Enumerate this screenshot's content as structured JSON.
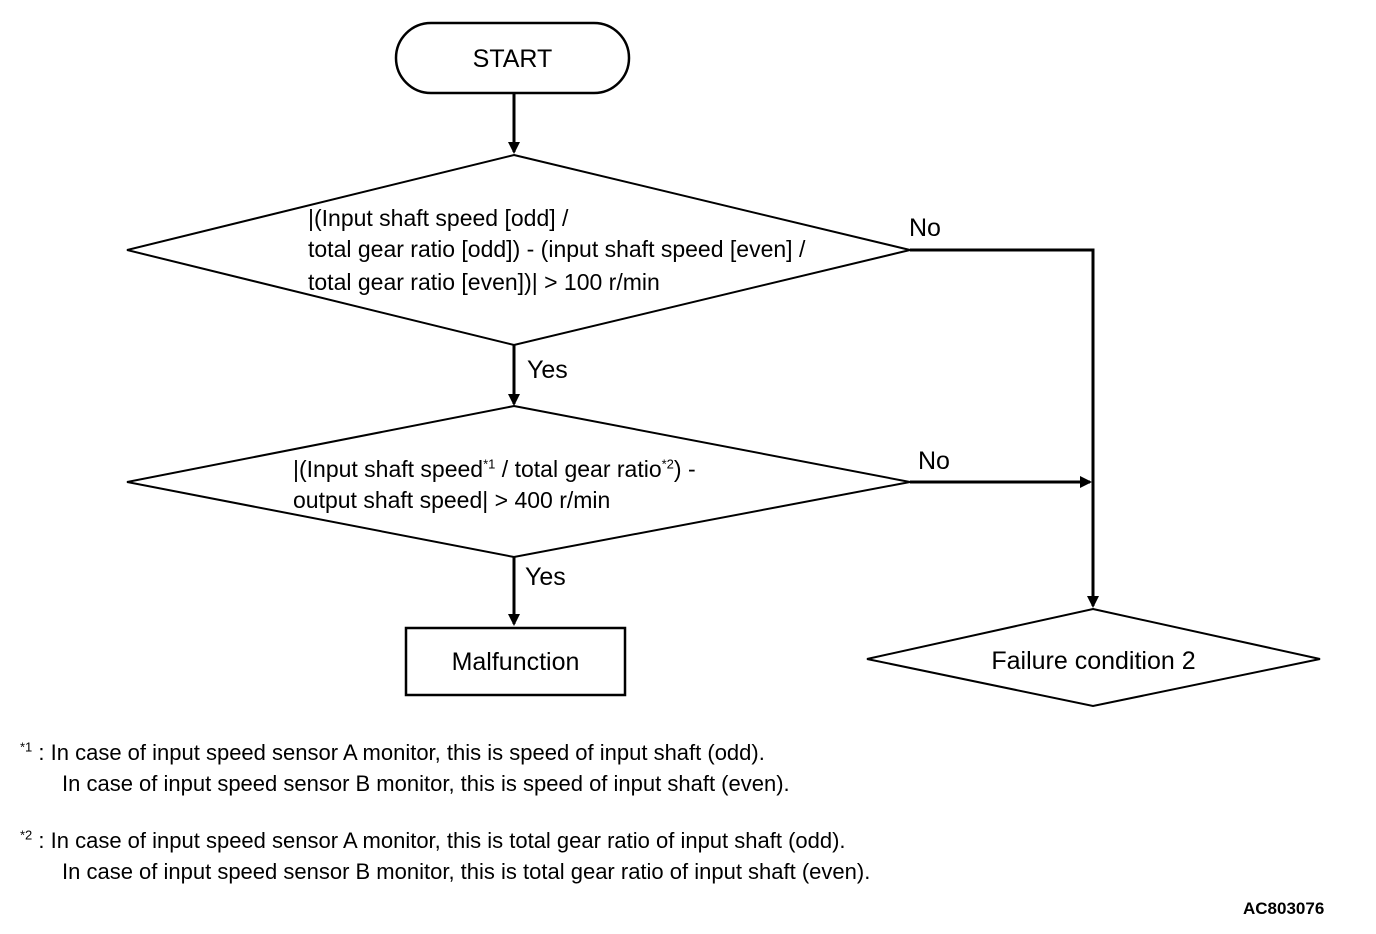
{
  "start": "START",
  "decision1": {
    "line1": "|(Input shaft speed [odd] /",
    "line2": "total gear ratio [odd]) - (input shaft speed [even] /",
    "line3": "total gear ratio [even])| > 100 r/min",
    "yes": "Yes",
    "no": "No"
  },
  "decision2": {
    "part1": "|(Input shaft speed",
    "sup1": "*1",
    "part2": " / total gear ratio",
    "sup2": "*2",
    "part3": ") -",
    "line2": "output shaft speed| > 400 r/min",
    "yes": "Yes",
    "no": "No"
  },
  "malfunction": "Malfunction",
  "failure": "Failure condition 2",
  "footnotes": [
    {
      "mark": "*1",
      "sep": " : ",
      "line1": "In case of input speed sensor A monitor, this is speed of input shaft (odd).",
      "line2": "In case of input speed sensor B monitor, this is speed of input shaft (even)."
    },
    {
      "mark": "*2",
      "sep": " : ",
      "line1": "In case of input speed sensor A monitor, this is total gear ratio of input shaft (odd).",
      "line2": "In case of input speed sensor B monitor, this is total gear ratio of input shaft (even)."
    }
  ],
  "figure_code": "AC803076"
}
